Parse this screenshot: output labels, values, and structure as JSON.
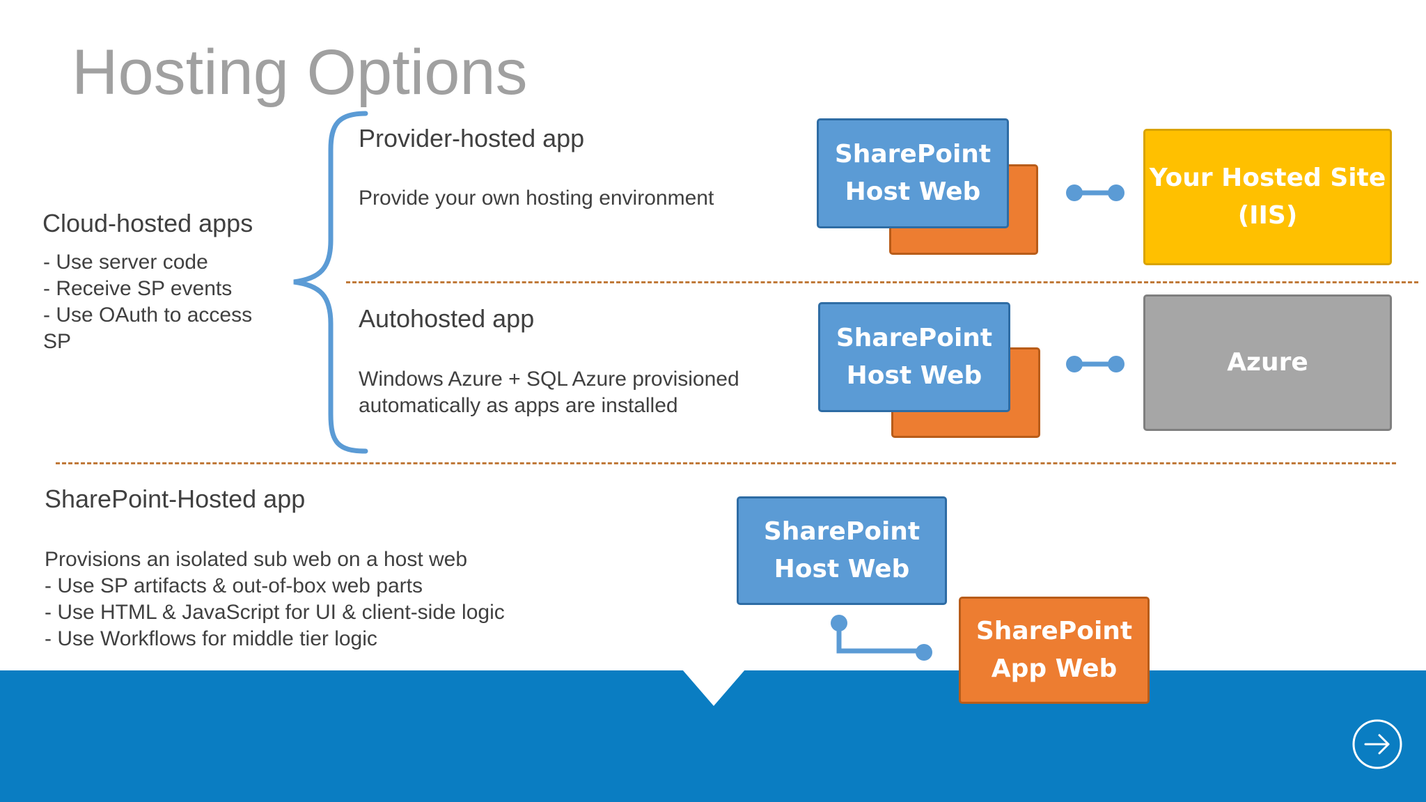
{
  "title": "Hosting Options",
  "cloud": {
    "heading": "Cloud-hosted apps",
    "bullets": [
      "- Use server code",
      "- Receive SP events",
      "- Use OAuth to access",
      "SP"
    ]
  },
  "provider": {
    "heading": "Provider-hosted app",
    "desc": "Provide your own hosting environment",
    "host_box": [
      "SharePoint",
      "Host Web"
    ],
    "target_box": [
      "Your Hosted Site",
      "(IIS)"
    ]
  },
  "autohosted": {
    "heading": "Autohosted app",
    "desc_lines": [
      "Windows Azure + SQL Azure provisioned",
      "automatically as apps are installed"
    ],
    "host_box": [
      "SharePoint",
      "Host Web"
    ],
    "target_box": [
      "Azure"
    ]
  },
  "sharepoint_hosted": {
    "heading": "SharePoint-Hosted app",
    "lines": [
      "Provisions an isolated sub web on a host web",
      "- Use SP artifacts & out-of-box web parts",
      "- Use HTML & JavaScript for UI & client-side logic",
      "- Use Workflows for middle tier logic"
    ],
    "host_box": [
      "SharePoint",
      "Host Web"
    ],
    "app_box": [
      "SharePoint",
      "App Web"
    ]
  },
  "nav": {
    "next_icon": "arrow-right-circle-icon"
  },
  "colors": {
    "blue": "#5b9bd5",
    "orange": "#ed7d31",
    "gold": "#ffc000",
    "gray": "#a6a6a6",
    "band": "#0a7dc2",
    "bracket": "#5b9bd5",
    "dash": "#c07a3a"
  }
}
